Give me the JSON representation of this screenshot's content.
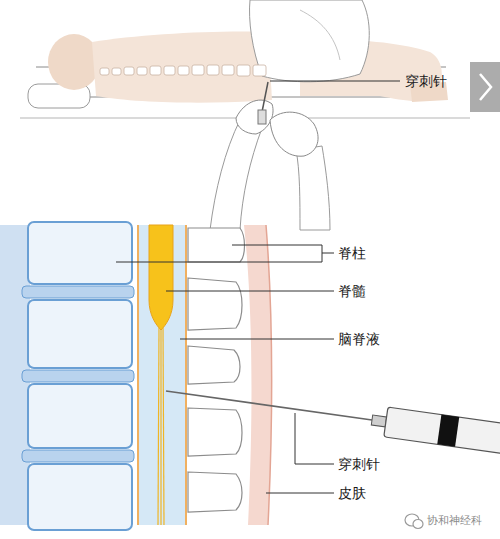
{
  "diagram": {
    "labels": [
      "穿刺针",
      "脊柱",
      "脊髓",
      "脑脊液",
      "穿刺针",
      "皮肤",
      "协和神经科"
    ]
  }
}
